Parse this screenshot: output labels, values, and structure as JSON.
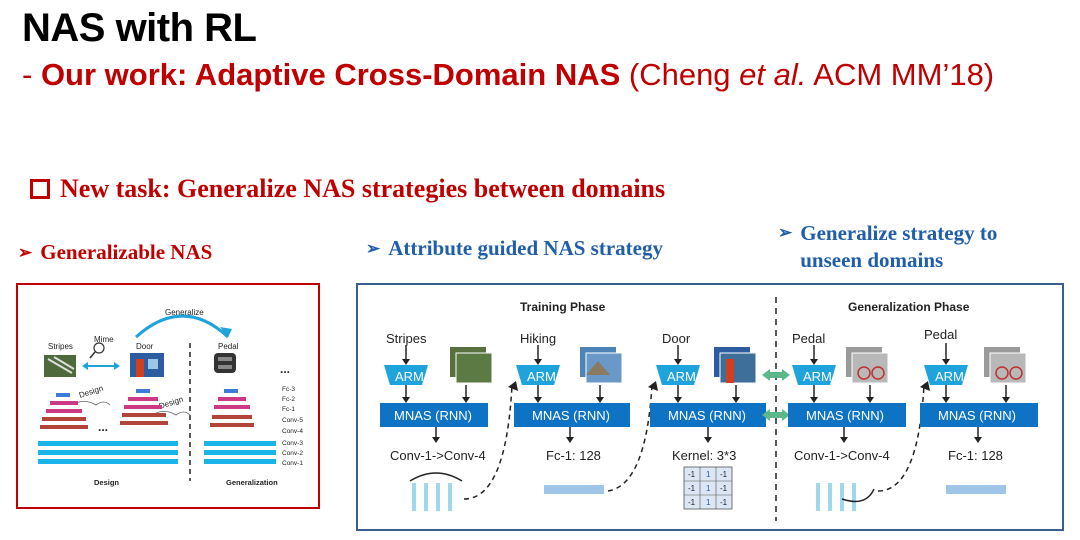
{
  "title": "NAS with RL",
  "subtitle": {
    "prefix": " - ",
    "bold": "Our work: Adaptive Cross-Domain NAS",
    "rest1": " (Cheng ",
    "italic": "et al.",
    "rest2": " ACM MM’18)"
  },
  "task": "New task: Generalize NAS strategies between domains",
  "bullets": {
    "left": "Generalizable NAS",
    "mid": "Attribute guided NAS strategy",
    "right": "Generalize strategy to unseen domains"
  },
  "left_diagram": {
    "generalize": "Generalize",
    "stripes": "Stripes",
    "mime": "Mime",
    "door": "Door",
    "pedal": "Pedal",
    "design1": "Design",
    "design2": "Design",
    "dots1": "...",
    "dots2": "...",
    "layers": [
      "Fc-3",
      "Fc-2",
      "Fc-1",
      "Conv-5",
      "Conv-4",
      "Conv-3",
      "Conv-2",
      "Conv-1"
    ],
    "footer_left": "Design",
    "footer_right": "Generalization",
    "colors": {
      "blue": "#3d7bd9",
      "pink": "#cc3a86",
      "brown": "#b2443a",
      "cyan": "#1ab5e8"
    }
  },
  "right_diagram": {
    "training_phase": "Training Phase",
    "generalization_phase": "Generalization Phase",
    "columns": [
      {
        "domain": "Stripes",
        "arm": "ARM",
        "mnas": "MNAS (RNN)",
        "output": "Conv-1->Conv-4"
      },
      {
        "domain": "Hiking",
        "arm": "ARM",
        "mnas": "MNAS (RNN)",
        "output": "Fc-1: 128"
      },
      {
        "domain": "Door",
        "arm": "ARM",
        "mnas": "MNAS (RNN)",
        "output": "Kernel: 3*3"
      },
      {
        "domain": "Pedal",
        "arm": "ARM",
        "mnas": "MNAS (RNN)",
        "output": "Conv-1->Conv-4"
      },
      {
        "domain": "Pedal",
        "arm": "ARM",
        "mnas": "MNAS (RNN)",
        "output": "Fc-1: 128"
      }
    ],
    "kernel": [
      [
        "-1",
        "1",
        "-1"
      ],
      [
        "-1",
        "1",
        "-1"
      ],
      [
        "-1",
        "1",
        "-1"
      ]
    ],
    "colors": {
      "mnas": "#0f73c5",
      "arm": "#1fa3dc",
      "green": "#5cb88a",
      "fc": "#9ec5e8"
    }
  }
}
